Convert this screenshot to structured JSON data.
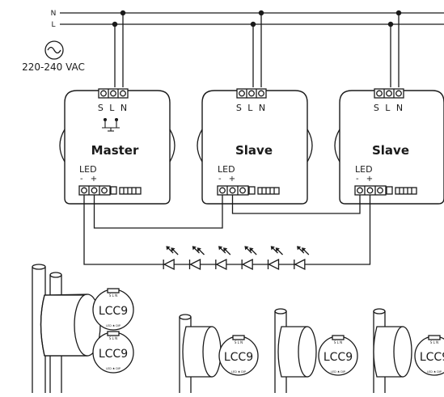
{
  "mains": {
    "neutral_label": "N",
    "live_label": "L",
    "supply_label": "220-240 VAC",
    "supply_icon": "ac-source-icon"
  },
  "modules": [
    {
      "terminals": "S L N",
      "title": "Master",
      "led_label": "LED",
      "polarity": "- +",
      "has_switch": true
    },
    {
      "terminals": "S L N",
      "title": "Slave",
      "led_label": "LED",
      "polarity": "- +",
      "has_switch": false
    },
    {
      "terminals": "S L N",
      "title": "Slave",
      "led_label": "LED",
      "polarity": "- +",
      "has_switch": false
    }
  ],
  "led_string": {
    "count": 6,
    "icon": "led-diode-icon"
  },
  "installations": {
    "device_label": "LCC9",
    "variants": [
      "double-pipe-two-modules",
      "small-pipe-one-module",
      "small-pipe-one-module",
      "small-pipe-one-module-cropped"
    ]
  },
  "colors": {
    "line": "#1a1a1a",
    "background": "#ffffff"
  }
}
